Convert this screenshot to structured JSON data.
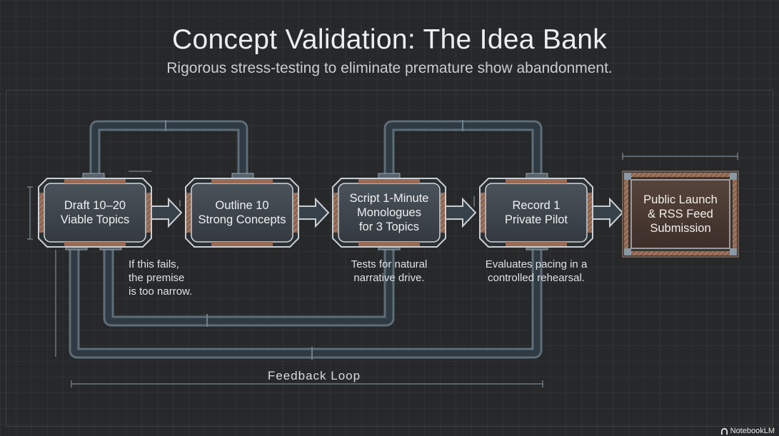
{
  "header": {
    "title": "Concept Validation: The Idea Bank",
    "subtitle": "Rigorous stress-testing to eliminate premature show abandonment."
  },
  "steps": [
    {
      "label_lines": [
        "Draft 10–20",
        "Viable Topics"
      ]
    },
    {
      "label_lines": [
        "Outline 10",
        "Strong Concepts"
      ]
    },
    {
      "label_lines": [
        "Script 1-Minute",
        "Monologues",
        "for 3 Topics"
      ]
    },
    {
      "label_lines": [
        "Record 1",
        "Private Pilot"
      ]
    }
  ],
  "final_step": {
    "label_lines": [
      "Public Launch",
      "& RSS Feed",
      "Submission"
    ]
  },
  "notes": {
    "draft": [
      "If this fails,",
      "the premise",
      "is too narrow."
    ],
    "script": [
      "Tests for natural",
      "narrative drive."
    ],
    "pilot": [
      "Evaluates pacing in a",
      "controlled rehearsal."
    ]
  },
  "loop_label": "Feedback  Loop",
  "brand": "NotebookLM",
  "colors": {
    "background": "#262829",
    "node_fill": "#3a4148",
    "node_border": "#c9cfd4",
    "copper": "#9a6a52",
    "pipe": "#7b8e9c",
    "launch_fill": "#4a3a33"
  }
}
